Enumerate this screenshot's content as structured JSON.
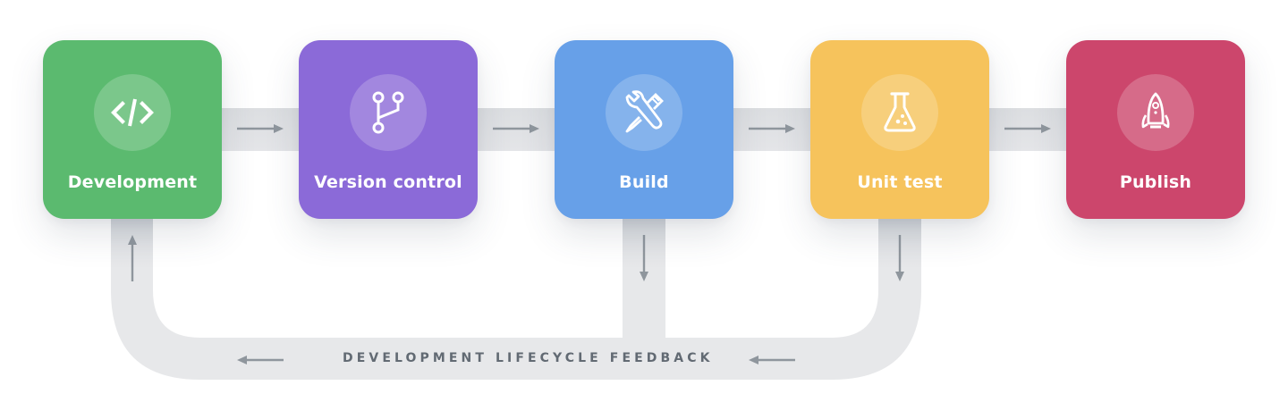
{
  "diagram": {
    "stages": [
      {
        "label": "Development",
        "icon": "code-icon",
        "color": "#5bba6f"
      },
      {
        "label": "Version control",
        "icon": "git-branch-icon",
        "color": "#8b6ad8"
      },
      {
        "label": "Build",
        "icon": "tools-icon",
        "color": "#67a0e8"
      },
      {
        "label": "Unit test",
        "icon": "flask-icon",
        "color": "#f6c35c"
      },
      {
        "label": "Publish",
        "icon": "rocket-icon",
        "color": "#cc466c"
      }
    ],
    "feedback_label": "DEVELOPMENT LIFECYCLE FEEDBACK",
    "connector_color": "#e7e8ea",
    "arrow_color": "#8f969d"
  }
}
